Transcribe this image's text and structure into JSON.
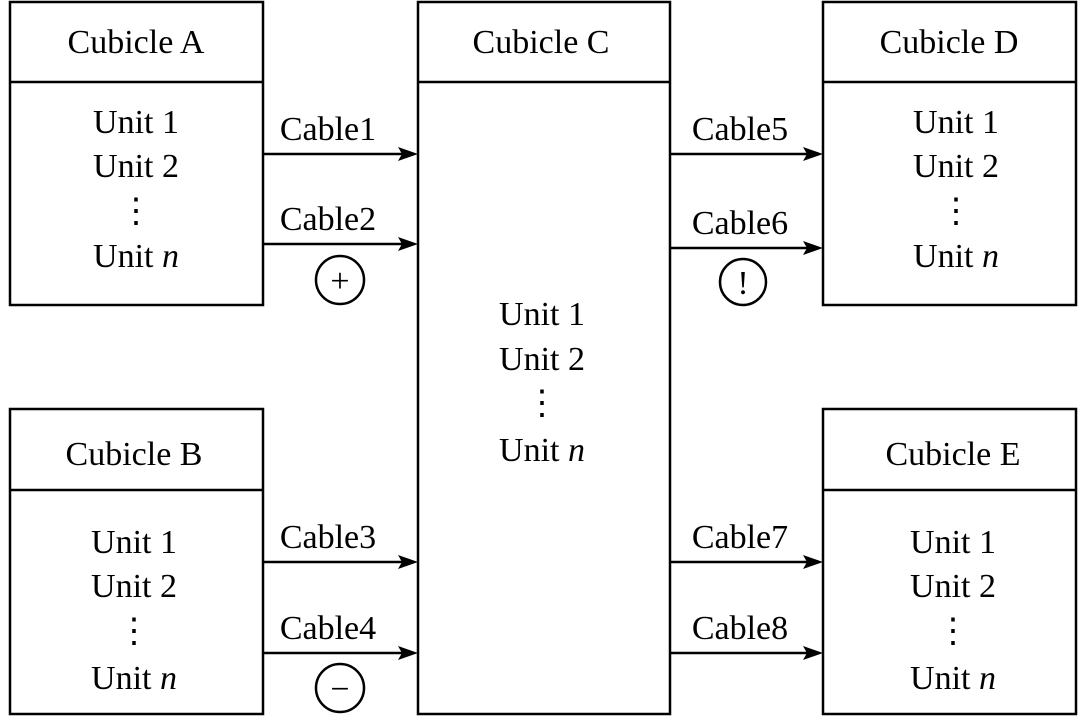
{
  "cubicles": {
    "a": {
      "title": "Cubicle A",
      "unit1": "Unit 1",
      "unit2": "Unit 2",
      "dots": "⋮",
      "unitn_prefix": "Unit ",
      "unitn_var": "n"
    },
    "b": {
      "title": "Cubicle B",
      "unit1": "Unit 1",
      "unit2": "Unit 2",
      "dots": "⋮",
      "unitn_prefix": "Unit ",
      "unitn_var": "n"
    },
    "c": {
      "title": "Cubicle C",
      "unit1": "Unit 1",
      "unit2": "Unit 2",
      "dots": "⋮",
      "unitn_prefix": "Unit ",
      "unitn_var": "n"
    },
    "d": {
      "title": "Cubicle D",
      "unit1": "Unit 1",
      "unit2": "Unit 2",
      "dots": "⋮",
      "unitn_prefix": "Unit ",
      "unitn_var": "n"
    },
    "e": {
      "title": "Cubicle E",
      "unit1": "Unit 1",
      "unit2": "Unit 2",
      "dots": "⋮",
      "unitn_prefix": "Unit ",
      "unitn_var": "n"
    }
  },
  "cables": {
    "c1": "Cable1",
    "c2": "Cable2",
    "c3": "Cable3",
    "c4": "Cable4",
    "c5": "Cable5",
    "c6": "Cable6",
    "c7": "Cable7",
    "c8": "Cable8"
  },
  "markers": {
    "plus": "+",
    "minus": "−",
    "exclaim": "!"
  }
}
